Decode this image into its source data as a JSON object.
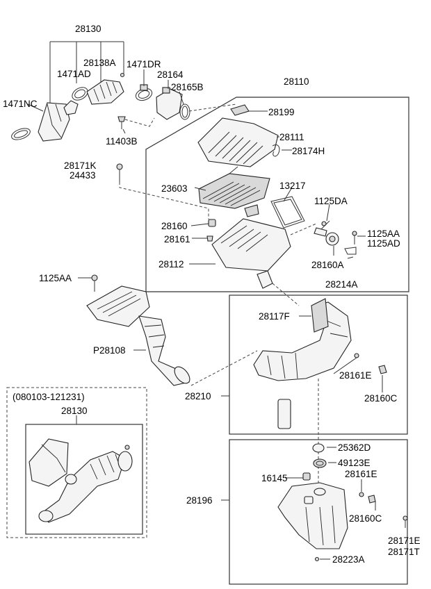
{
  "labels": {
    "p28130_top": "28130",
    "p28138A": "28138A",
    "p1471DR": "1471DR",
    "p1471AD": "1471AD",
    "p28164": "28164",
    "p28165B": "28165B",
    "p1471NC": "1471NC",
    "p11403B": "11403B",
    "p28110": "28110",
    "p28199": "28199",
    "p28111": "28111",
    "p28174H": "28174H",
    "p28171K": "28171K",
    "p24433": "24433",
    "p23603": "23603",
    "p13217": "13217",
    "p1125DA": "1125DA",
    "p28160": "28160",
    "p28161": "28161",
    "p1125AA_r": "1125AA",
    "p1125AD": "1125AD",
    "p28112": "28112",
    "p28160A": "28160A",
    "p28214A": "28214A",
    "p1125AA_l": "1125AA",
    "p28117F": "28117F",
    "pP28108": "P28108",
    "p28161E_a": "28161E",
    "p28160C_a": "28160C",
    "p28210": "28210",
    "p_range": "(080103-121231)",
    "p28130_bottom": "28130",
    "p25362D": "25362D",
    "p49123E": "49123E",
    "p16145": "16145",
    "p28161E_b": "28161E",
    "p28196": "28196",
    "p28160C_b": "28160C",
    "p28171E": "28171E",
    "p28171T": "28171T",
    "p28223A": "28223A"
  }
}
